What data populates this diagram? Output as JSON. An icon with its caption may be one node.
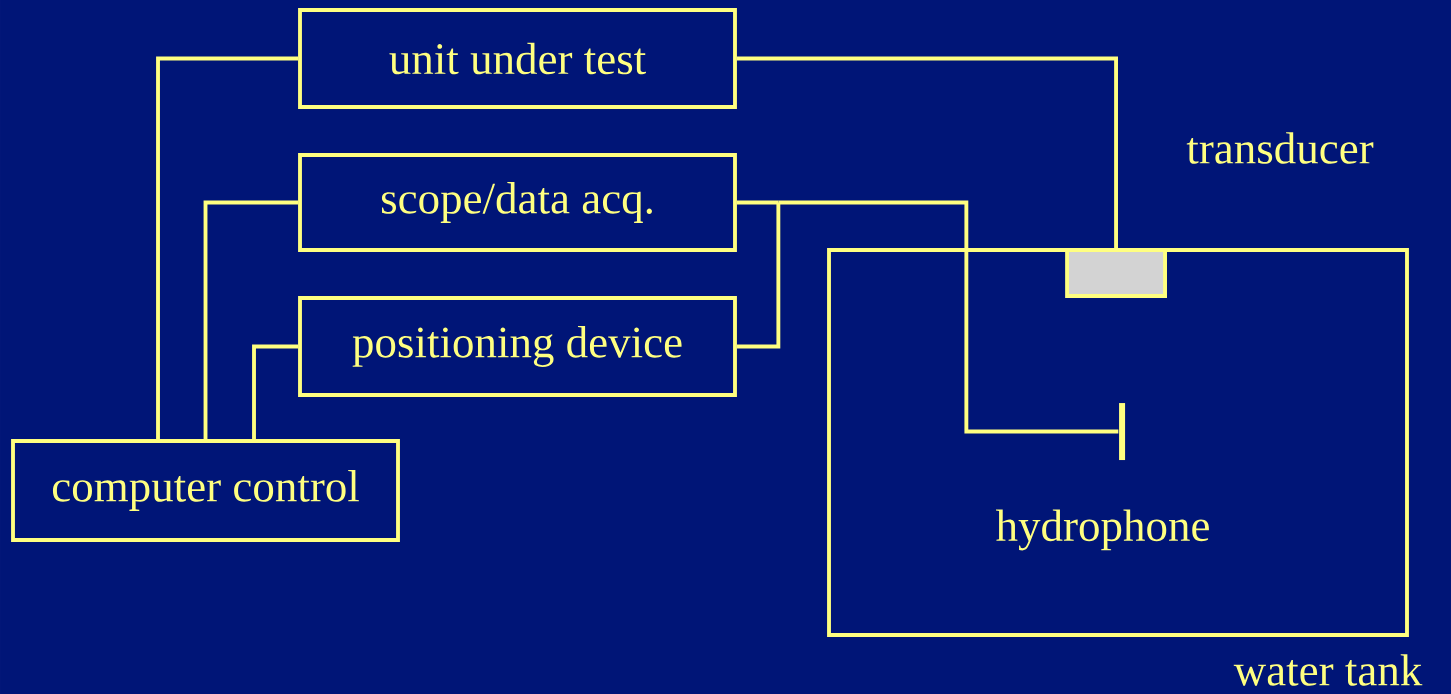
{
  "diagram": {
    "nodes": [
      {
        "text": [
          "unit under test"
        ]
      },
      {
        "text": [
          "scope/data acq."
        ]
      },
      {
        "text": [
          "positioning device"
        ]
      },
      {
        "text": [
          "computer control"
        ]
      },
      {
        "text": [
          "water tank"
        ]
      },
      {
        "text": [],
        "shape": "box",
        "beside": [
          "transducer"
        ],
        "in": 4
      },
      {
        "text": [],
        "shape": "bar",
        "beside": [
          "hydrophone"
        ],
        "in": 4
      }
    ],
    "edges": [
      {
        "from": 3,
        "to": 0,
        "arrow": "none"
      },
      {
        "from": 3,
        "to": 1,
        "arrow": "none"
      },
      {
        "from": 3,
        "to": 2,
        "arrow": "none"
      },
      {
        "from": 0,
        "to": 5,
        "arrow": "none"
      },
      {
        "from": 1,
        "to": 6,
        "arrow": "none"
      },
      {
        "from": 2,
        "to": 6,
        "arrow": "none"
      }
    ]
  }
}
